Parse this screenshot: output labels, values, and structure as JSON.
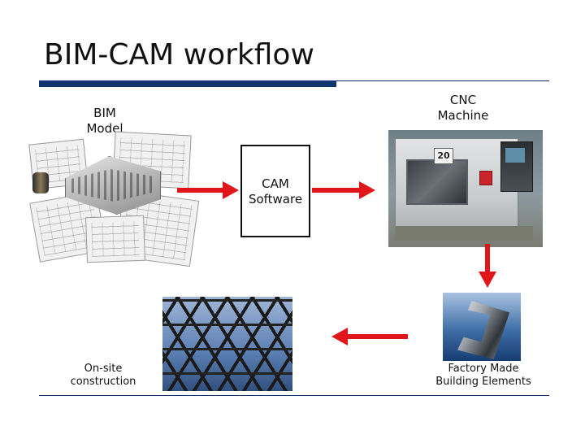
{
  "slide": {
    "title": "BIM-CAM workflow",
    "accent_color": "#0f3470",
    "arrow_color": "#e0161b"
  },
  "nodes": {
    "bim": {
      "label": "BIM\nModel",
      "image": "bim-drawings-collage"
    },
    "cam": {
      "label": "CAM\nSoftware"
    },
    "cnc": {
      "label": "CNC\nMachine",
      "image": "cnc-lathe-photo",
      "badge": "20"
    },
    "factory": {
      "label": "Factory Made\nBuilding Elements",
      "image": "steel-profile-photo"
    },
    "onsite": {
      "label": "On-site\nconstruction",
      "image": "steel-lattice-structure-photo"
    }
  },
  "flow": [
    {
      "from": "bim",
      "to": "cam",
      "direction": "right"
    },
    {
      "from": "cam",
      "to": "cnc",
      "direction": "right"
    },
    {
      "from": "cnc",
      "to": "factory",
      "direction": "down"
    },
    {
      "from": "factory",
      "to": "onsite",
      "direction": "left"
    }
  ]
}
